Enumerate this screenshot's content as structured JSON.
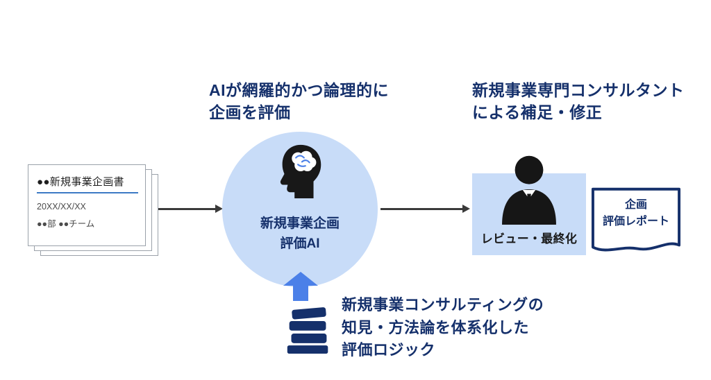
{
  "colors": {
    "navy": "#15306b",
    "light_blue": "#c8dcf8",
    "arrow_blue": "#4b80e8",
    "flow_arrow_black": "#3a3a3a",
    "doc_border_gray": "#9aa1a9",
    "title_underline_blue": "#3b79c4"
  },
  "headings": {
    "ai": "AIが網羅的かつ論理的に\n企画を評価",
    "consultant": "新規事業専門コンサルタント\nによる補足・修正"
  },
  "document_stack": {
    "title": "●●新規事業企画書",
    "date": "20XX/XX/XX",
    "team": "●●部 ●●チーム"
  },
  "ai_circle": {
    "label": "新規事業企画\n評価AI"
  },
  "review": {
    "label": "レビュー・最終化"
  },
  "report": {
    "label": "企画\n評価レポート"
  },
  "knowledge": {
    "label": "新規事業コンサルティングの\n知見・方法論を体系化した\n評価ロジック"
  },
  "icons": {
    "head_brain": "head-with-brain-icon",
    "person": "consultant-person-icon",
    "books": "books-stack-icon",
    "up_arrow": "up-arrow-icon"
  }
}
